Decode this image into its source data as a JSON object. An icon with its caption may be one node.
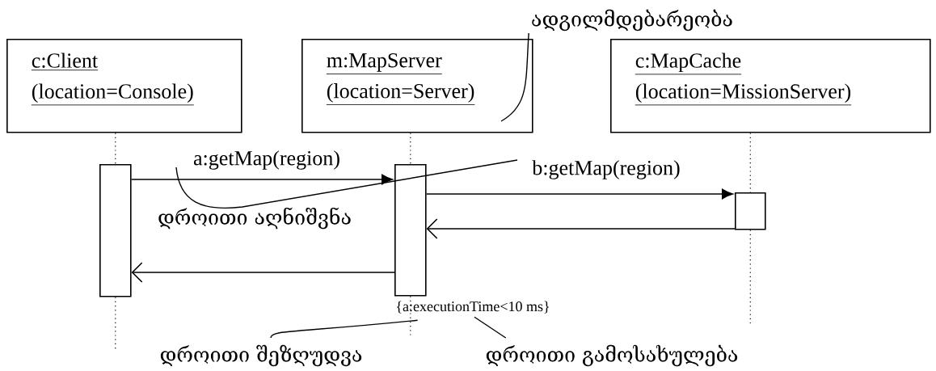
{
  "diagram": {
    "nodes": [
      {
        "text": [
          "c:Client",
          "(location=Console)"
        ]
      },
      {
        "text": [
          "m:MapServer",
          "(location=Server)"
        ]
      },
      {
        "text": [
          "c:MapCache",
          "(location=MissionServer)"
        ]
      },
      {
        "text": [],
        "shape": "bar"
      },
      {
        "text": [],
        "shape": "bar"
      },
      {
        "text": [],
        "shape": "bar"
      },
      {
        "text": [
          "ადგილმდებარეობა"
        ]
      },
      {
        "text": [
          "{a:executionTime<10 ms}"
        ]
      },
      {
        "text": [
          "დროითი შეზღუდვა"
        ]
      },
      {
        "text": [
          "დროითი გამოსახულება"
        ]
      }
    ],
    "edges": [
      {
        "from": 3,
        "to": 4,
        "arrow": "to",
        "label": "a:getMap(region)"
      },
      {
        "from": 4,
        "to": 5,
        "arrow": "to",
        "label": "b:getMap(region)"
      },
      {
        "from": 5,
        "to": 4,
        "arrow": "to"
      },
      {
        "from": 4,
        "to": 3,
        "arrow": "to"
      },
      {
        "from": 0,
        "to": 3,
        "arrow": "none",
        "style": "dashed"
      },
      {
        "from": 1,
        "to": 4,
        "arrow": "none",
        "style": "dashed"
      },
      {
        "from": 2,
        "to": 5,
        "arrow": "none",
        "style": "dashed"
      },
      {
        "from": 3,
        "to": null,
        "arrow": "none",
        "style": "dashed"
      },
      {
        "from": 4,
        "to": null,
        "arrow": "none",
        "style": "dashed"
      },
      {
        "from": 5,
        "to": null,
        "arrow": "none",
        "style": "dashed"
      },
      {
        "from": 6,
        "to": 1,
        "arrow": "none"
      },
      {
        "from": 8,
        "to": 7,
        "arrow": "none"
      },
      {
        "from": 9,
        "to": 7,
        "arrow": "none"
      }
    ],
    "labels": [
      "დროითი აღნიშვნა"
    ]
  }
}
